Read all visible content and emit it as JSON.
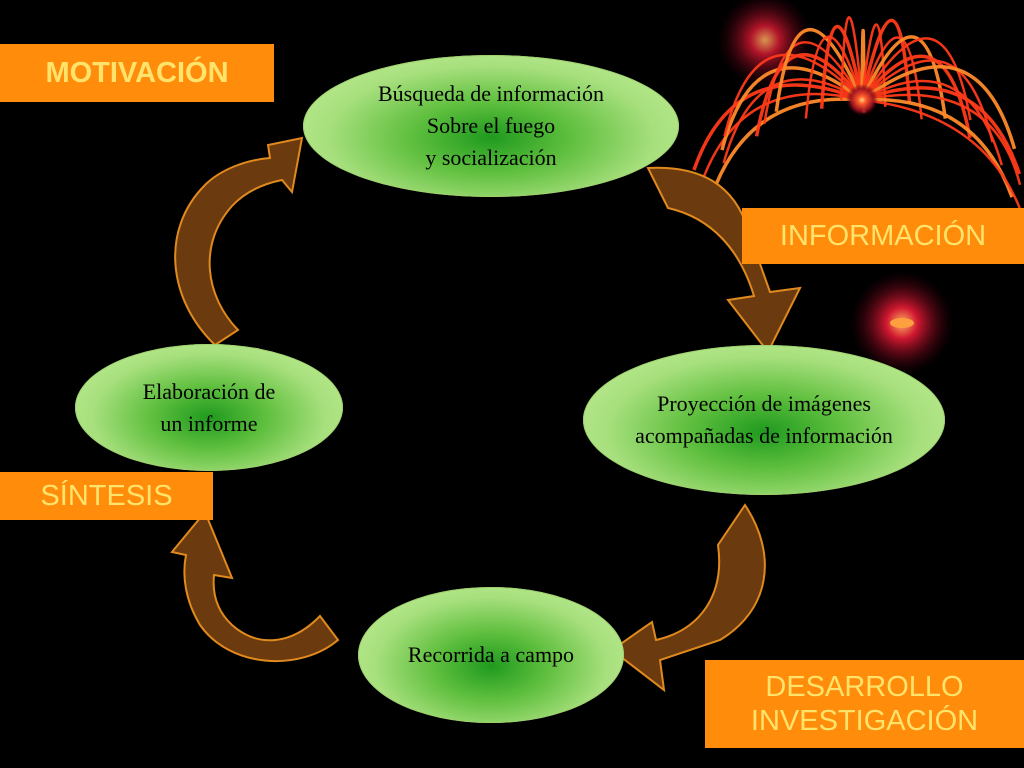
{
  "nodes": {
    "busqueda": [
      "Búsqueda de información",
      "Sobre el fuego",
      "y socialización"
    ],
    "proyeccion": [
      "Proyección de imágenes",
      "acompañadas de información"
    ],
    "recorrida": [
      "Recorrida a campo"
    ],
    "elaboracion": [
      "Elaboración de",
      "un informe"
    ]
  },
  "labels": {
    "motivacion": "MOTIVACIÓN",
    "informacion": "INFORMACIÓN",
    "sintesis": "SÍNTESIS",
    "desarrollo": [
      "DESARROLLO",
      "INVESTIGACIÓN"
    ]
  },
  "colors": {
    "background": "#000000",
    "label_fill": "#ff8c0a",
    "label_text": "#ffe36a",
    "ellipse_edge": "#c8f29a",
    "ellipse_core": "#1f9a1f",
    "arrow_fill": "#6b3a0f",
    "arrow_edge": "#e08a1e",
    "firework": "#ff3a1a"
  },
  "decorations": [
    "fireworks-image"
  ]
}
